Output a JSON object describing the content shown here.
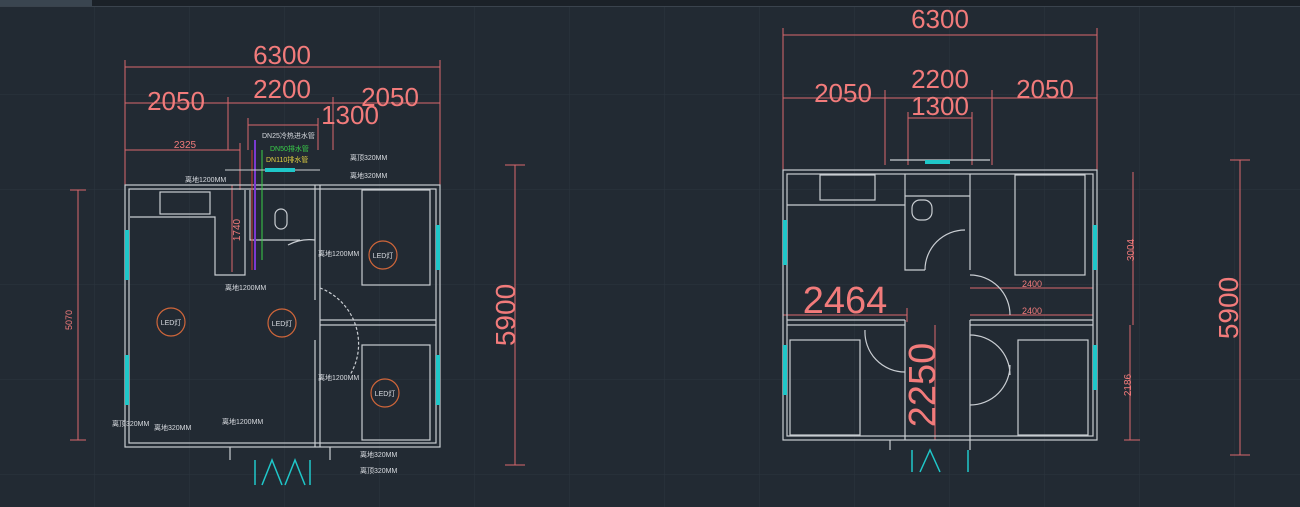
{
  "left_plan": {
    "dims": {
      "total_width": "6300",
      "seg1": "2050",
      "seg2": "2200",
      "seg3": "2050",
      "bath": "1300",
      "kitchen": "2325",
      "kitchen_depth": "1740",
      "height": "5900",
      "left_height": "5070"
    },
    "pipes": [
      "DN25冷热进水管",
      "DN50排水管",
      "DN110排水管"
    ],
    "labels": {
      "off_floor_1200": "离地1200MM",
      "off_ceiling_320": "离顶320MM",
      "off_floor_320": "离地320MM",
      "led": "LED灯"
    }
  },
  "right_plan": {
    "dims": {
      "total_width": "6300",
      "seg1": "2050",
      "seg2": "2200",
      "seg3": "2050",
      "bath": "1300",
      "height": "5900",
      "upper_room": "3004",
      "lower_room": "2186",
      "room_width_a": "2400",
      "room_width_b": "2400",
      "left_room": "2464",
      "corridor": "2250"
    }
  },
  "colors": {
    "background": "#222a33",
    "dimension": "#d9686c",
    "wall": "#c9cdd2",
    "window": "#1fc7c9",
    "led": "#d0663a"
  }
}
